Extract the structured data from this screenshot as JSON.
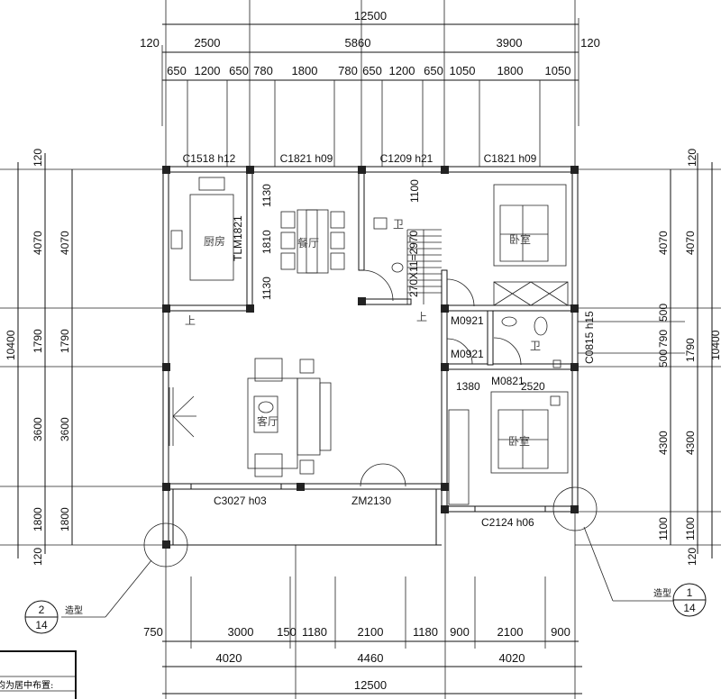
{
  "top_dims": {
    "total": "12500",
    "row2": [
      "120",
      "2500",
      "5860",
      "3900",
      "120"
    ],
    "row3": [
      "650",
      "1200",
      "650",
      "780",
      "1800",
      "780",
      "650",
      "1200",
      "650",
      "1050",
      "1800",
      "1050"
    ]
  },
  "windows_top": [
    "C1518 h12",
    "C1821  h09",
    "C1209 h21",
    "C1821  h09"
  ],
  "left_dims": {
    "outer": [
      "120",
      "4070",
      "1790",
      "3600",
      "1800",
      "120"
    ],
    "inner": [
      "4070",
      "1790",
      "3600",
      "1800"
    ],
    "total": "10400"
  },
  "right_dims": {
    "inner": [
      "120",
      "4070",
      "500",
      "790",
      "500",
      "4300",
      "1100",
      "120"
    ],
    "mid": [
      "4070",
      "1790",
      "4300",
      "1100"
    ],
    "total": "10400"
  },
  "bottom_dims": {
    "row1": [
      "750",
      "3000",
      "150",
      "1180",
      "2100",
      "1180",
      "900",
      "2100",
      "900"
    ],
    "row2": [
      "4020",
      "4460",
      "4020"
    ],
    "total": "12500"
  },
  "rooms": {
    "kitchen": "厨房",
    "dining": "餐厅",
    "wc_top": "卫",
    "bedroom_top": "卧室",
    "living": "客厅",
    "wc_mid": "卫",
    "bedroom_bottom": "卧室",
    "up1": "上",
    "up2": "上"
  },
  "labels": {
    "door_kitchen": "TLM1821",
    "dining_dims": [
      "1130",
      "1810",
      "1130"
    ],
    "wc_dim": "1100",
    "stair": "270X11=2970",
    "m0921a": "M0921",
    "m0921b": "M0921",
    "m0821": "M0821",
    "d1380": "1380",
    "d2520": "2520",
    "c0815": "C0815  h15",
    "c3027": "C3027  h03",
    "zm2130": "ZM2130",
    "c2124": "C2124  h06"
  },
  "callouts": [
    {
      "text": "造型",
      "num": "2",
      "sheet": "14"
    },
    {
      "text": "造型",
      "num": "1",
      "sheet": "14"
    }
  ],
  "notes_table": {
    "line": "均为居中布置:"
  }
}
